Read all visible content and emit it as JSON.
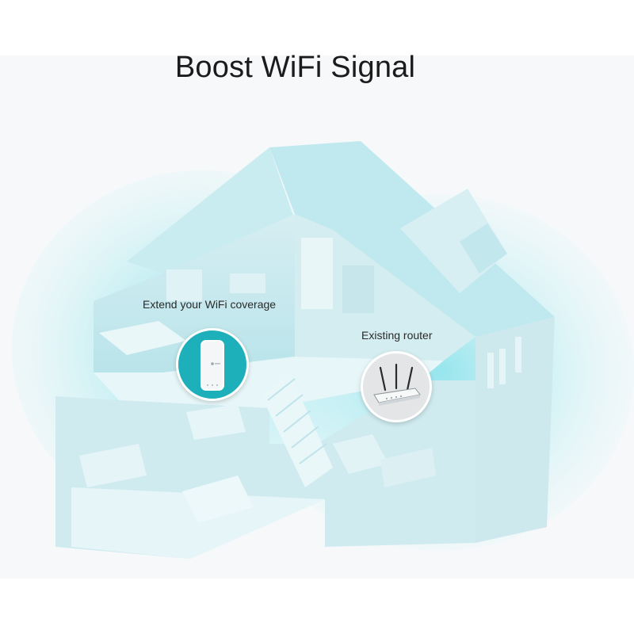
{
  "title": "Boost WiFi Signal",
  "callouts": {
    "extender_label": "Extend your WiFi coverage",
    "router_label": "Existing router"
  },
  "colors": {
    "signal_glow": "#8fe3ec",
    "house_wall": "#cfe9ee",
    "extender_bubble": "#1dafba",
    "router_bubble": "#e3e5e6"
  },
  "icons": {
    "extender": "range-extender-icon",
    "router": "wifi-router-icon",
    "house": "house-cutaway-illustration"
  }
}
